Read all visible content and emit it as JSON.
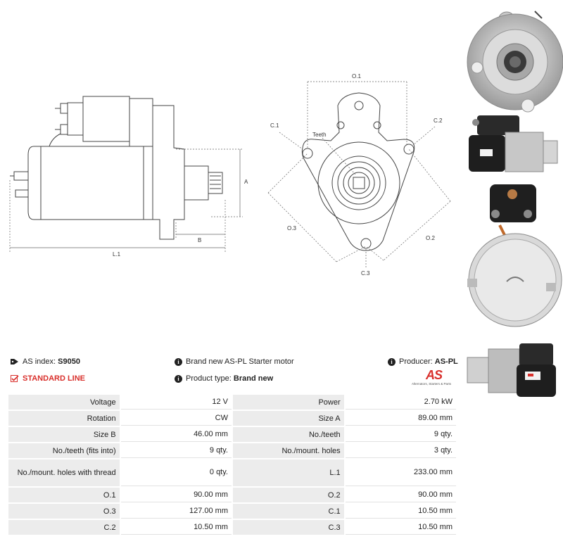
{
  "labels": {
    "L1": "L.1",
    "A": "A",
    "B": "B",
    "O1": "O.1",
    "O2": "O.2",
    "O3": "O.3",
    "C1": "C.1",
    "C2": "C.2",
    "C3": "C.3",
    "teeth": "Teeth"
  },
  "info": {
    "as_index_label": "AS index:",
    "as_index_value": "S9050",
    "standard_line": "STANDARD LINE",
    "description": "Brand new AS-PL Starter motor",
    "product_type_label": "Product type:",
    "product_type_value": "Brand new",
    "producer_label": "Producer:",
    "producer_value": "AS-PL"
  },
  "logo": {
    "mark": "AS",
    "tagline": "Alternators, Starters & Parts"
  },
  "specs": [
    [
      "Voltage",
      "12 V",
      "Power",
      "2.70 kW"
    ],
    [
      "Rotation",
      "CW",
      "Size A",
      "89.00 mm"
    ],
    [
      "Size B",
      "46.00 mm",
      "No./teeth",
      "9 qty."
    ],
    [
      "No./teeth (fits into)",
      "9 qty.",
      "No./mount. holes",
      "3 qty."
    ],
    [
      "No./mount. holes with thread",
      "0 qty.",
      "L.1",
      "233.00 mm"
    ],
    [
      "O.1",
      "90.00 mm",
      "O.2",
      "90.00 mm"
    ],
    [
      "O.3",
      "127.00 mm",
      "C.1",
      "10.50 mm"
    ],
    [
      "C.2",
      "10.50 mm",
      "C.3",
      "10.50 mm"
    ]
  ],
  "colors": {
    "accent": "#d9302c",
    "label_bg": "#ececec"
  }
}
